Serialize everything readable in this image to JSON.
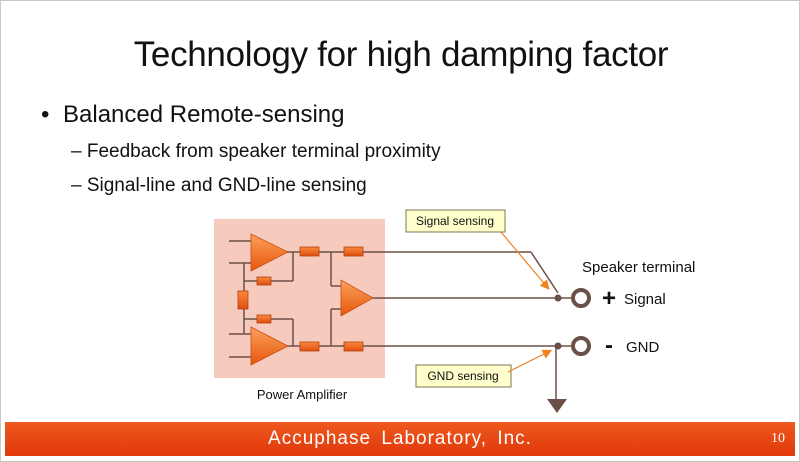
{
  "slide": {
    "title": "Technology for high damping factor",
    "bullet": "Balanced Remote-sensing",
    "sub_items": [
      "– Feedback from speaker terminal proximity",
      "– Signal-line and GND-line sensing"
    ]
  },
  "diagram": {
    "amplifier_label": "Power Amplifier",
    "signal_sensing_label": "Signal sensing",
    "gnd_sensing_label": "GND sensing",
    "speaker_terminal_label": "Speaker terminal",
    "plus_symbol": "+",
    "signal_label": "Signal",
    "minus_symbol": "-",
    "gnd_label": "GND"
  },
  "footer": {
    "text": "Accuphase  Laboratory,  Inc.",
    "page_number": "10"
  },
  "colors": {
    "footer_bar": "#e8480f",
    "wire": "#6b5048",
    "amplifier_block": "#f6cbbd",
    "component_orange": "#f5691f",
    "callout_fill": "#ffffcc",
    "callout_arrow": "#f08020"
  }
}
